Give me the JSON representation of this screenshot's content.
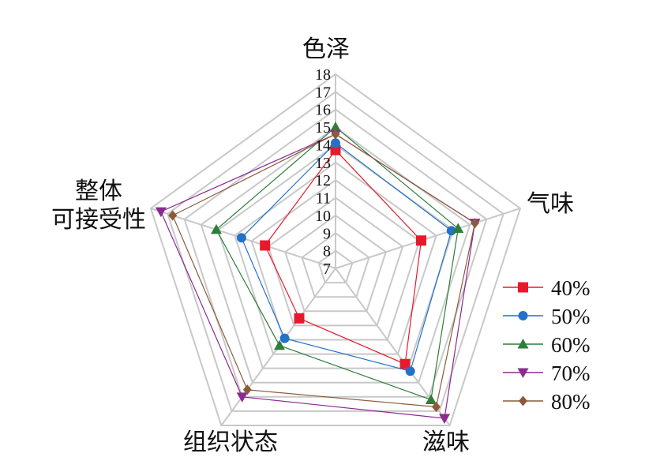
{
  "chart_data": {
    "type": "radar",
    "axes": [
      "色泽",
      "气味",
      "滋味",
      "组织状态",
      "整体\n可接受性"
    ],
    "r_range": [
      7,
      18
    ],
    "ticks": [
      7,
      8,
      9,
      10,
      11,
      12,
      13,
      14,
      15,
      16,
      17,
      18
    ],
    "grid": true,
    "legend_position": "right",
    "series": [
      {
        "name": "40%",
        "values": [
          13.7,
          12.1,
          13.7,
          10.5,
          11.2
        ],
        "color": "#e8192c",
        "marker": "square"
      },
      {
        "name": "50%",
        "values": [
          14.1,
          13.9,
          14.2,
          11.9,
          12.6
        ],
        "color": "#2472c8",
        "marker": "circle"
      },
      {
        "name": "60%",
        "values": [
          15.0,
          14.3,
          16.2,
          12.4,
          14.1
        ],
        "color": "#2e7d3a",
        "marker": "triangle-up"
      },
      {
        "name": "70%",
        "values": [
          14.6,
          15.3,
          17.5,
          16.0,
          17.4
        ],
        "color": "#8b2a8f",
        "marker": "triangle-down"
      },
      {
        "name": "80%",
        "values": [
          14.6,
          15.3,
          16.7,
          15.5,
          16.7
        ],
        "color": "#8b5a3a",
        "marker": "diamond"
      }
    ]
  }
}
